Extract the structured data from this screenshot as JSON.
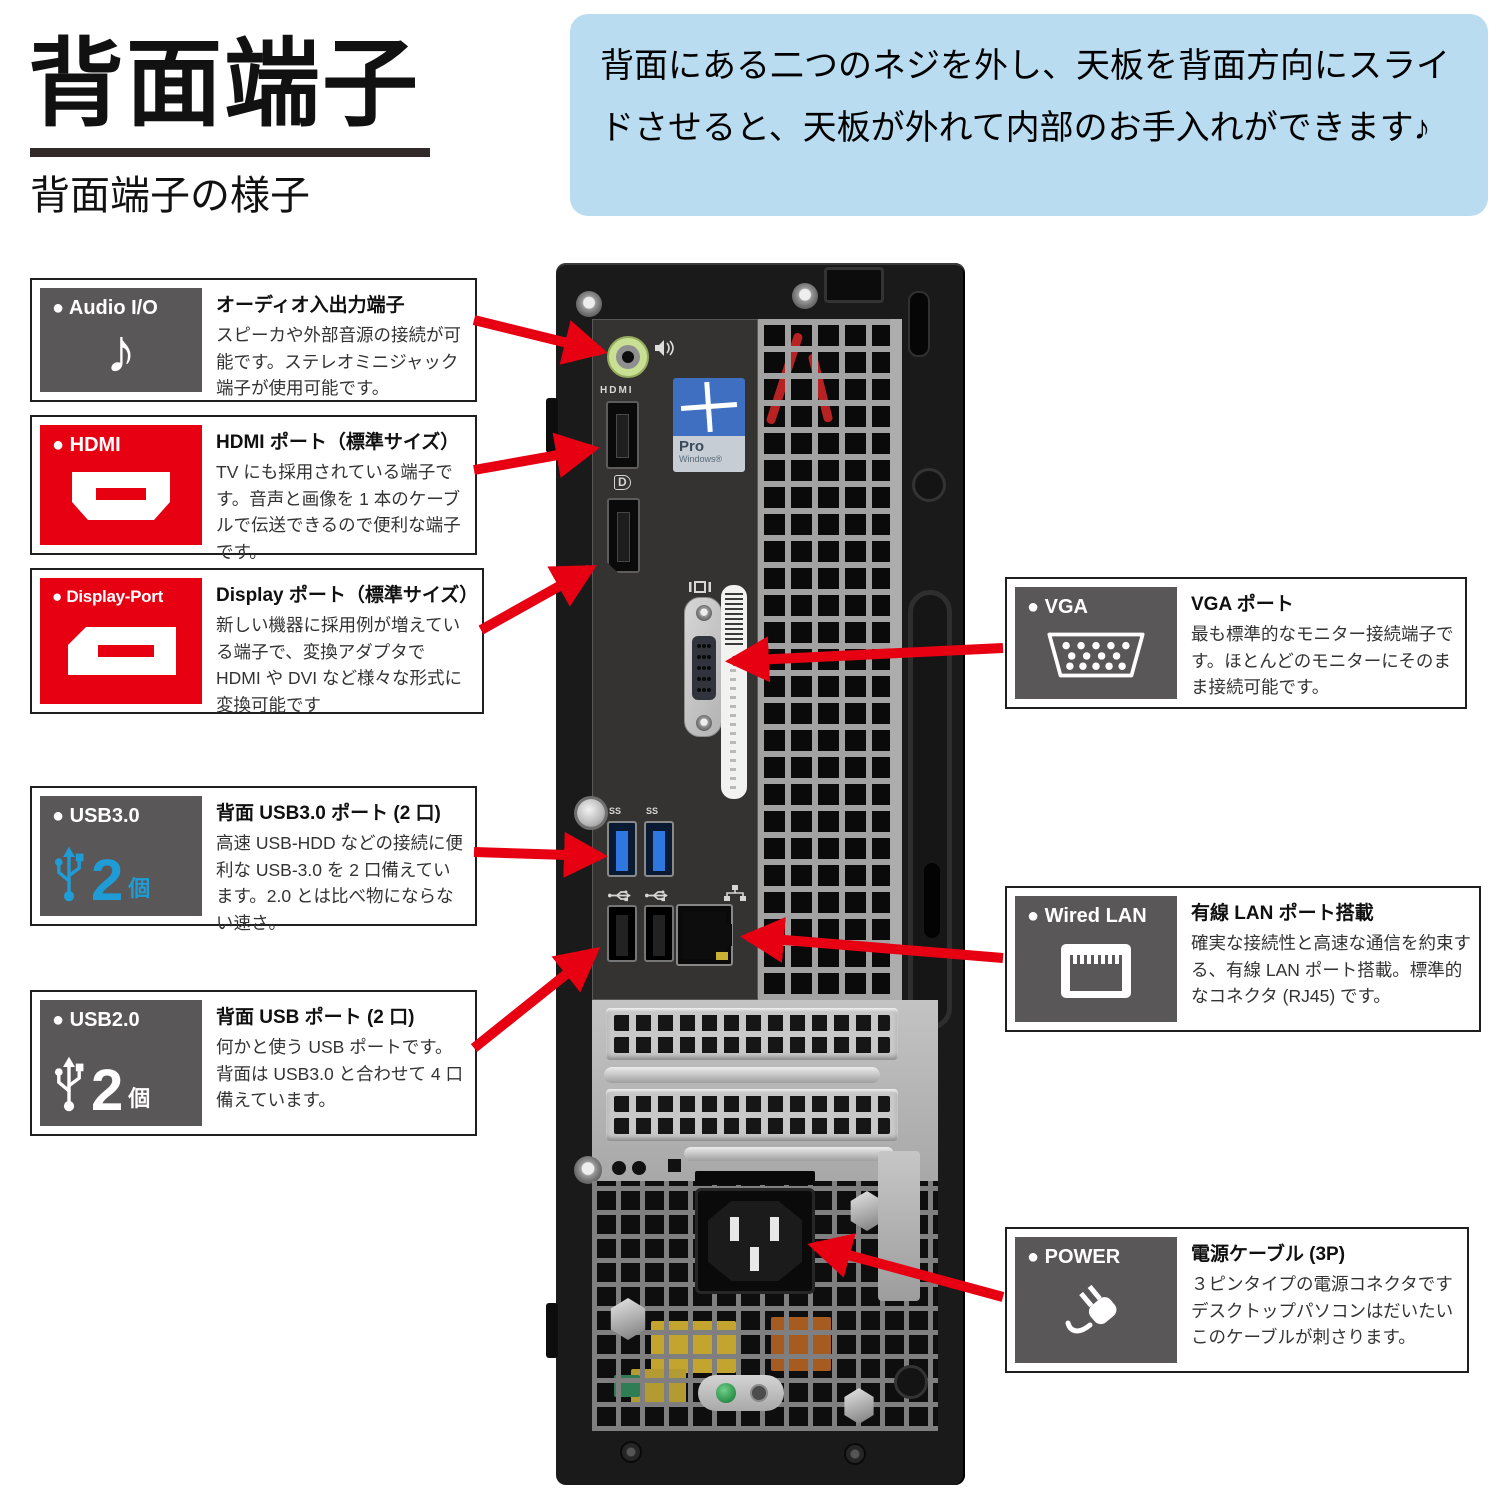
{
  "header": {
    "title": "背面端子",
    "subtitle": "背面端子の様子",
    "note": "背面にある二つのネジを外し、天板を背面方向にスライドさせると、天板が外れて内部のお手入れができます♪"
  },
  "colors": {
    "accent_red": "#e60012",
    "badge_gray": "#595757",
    "usb_blue": "#1f9cd6",
    "info_bg": "#b9dcf0"
  },
  "cards": {
    "audio": {
      "badge": "● Audio I/O",
      "title": "オーディオ入出力端子",
      "body": "スピーカや外部音源の接続が可能です。ステレオミニジャック端子が使用可能です。"
    },
    "hdmi": {
      "badge": "● HDMI",
      "title": "HDMI ポート（標準サイズ）",
      "body": "TV にも採用されている端子です。音声と画像を 1 本のケーブルで伝送できるので便利な端子です。"
    },
    "displayport": {
      "badge": "● Display-Port",
      "title": "Display ポート（標準サイズ）",
      "body": "新しい機器に採用例が増えている端子で、変換アダプタで HDMI や DVI など様々な形式に変換可能です"
    },
    "usb3": {
      "badge": "● USB3.0",
      "count": "2",
      "count_unit": "個",
      "title": "背面 USB3.0 ポート (2 口)",
      "body": "高速 USB-HDD などの接続に便利な USB-3.0 を 2 口備えています。2.0 とは比べ物にならない速さ。"
    },
    "usb2": {
      "badge": "● USB2.0",
      "count": "2",
      "count_unit": "個",
      "title": "背面 USB ポート (2 口)",
      "body": "何かと使う USB ポートです。背面は USB3.0 と合わせて 4 口備えています。"
    },
    "vga": {
      "badge": "● VGA",
      "title": "VGA ポート",
      "body": "最も標準的なモニター接続端子です。ほとんどのモニターにそのまま接続可能です。"
    },
    "lan": {
      "badge": "● Wired LAN",
      "title": "有線 LAN ポート搭載",
      "body": "確実な接続性と高速な通信を約束する、有線 LAN ポート搭載。標準的なコネクタ (RJ45) です。"
    },
    "power": {
      "badge": "● POWER",
      "title": "電源ケーブル (3P)",
      "body": "３ピンタイプの電源コネクタです デスクトップパソコンはだいたいこのケーブルが刺さります。"
    }
  },
  "pc": {
    "hdmi_marking": "HDMI",
    "dp_marking": "D",
    "usb3_marking": "SS",
    "sticker_line1": "Pro",
    "sticker_line2": "Windows®"
  }
}
